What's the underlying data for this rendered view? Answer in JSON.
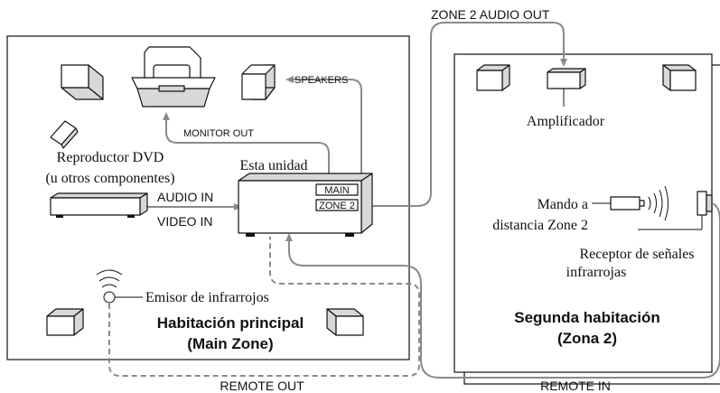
{
  "labels": {
    "zone2_audio_out": "ZONE 2 AUDIO OUT",
    "speakers": "SPEAKERS",
    "monitor_out": "MONITOR OUT",
    "dvd_line1": "Reproductor DVD",
    "dvd_line2": "(u otros componentes)",
    "this_unit": "Esta unidad",
    "audio_in": "AUDIO IN",
    "video_in": "VIDEO IN",
    "main": "MAIN",
    "zone2": "ZONE 2",
    "ir_emitter": "Emisor de infrarrojos",
    "main_room_line1": "Habitación principal",
    "main_room_line2": "(Main Zone)",
    "remote_out": "REMOTE OUT",
    "amplifier": "Amplificador",
    "remote_line1": "Mando a",
    "remote_line2": "distancia Zone 2",
    "ir_receiver_line1": "Receptor de señales",
    "ir_receiver_line2": "infrarrojas",
    "second_room_line1": "Segunda habitación",
    "second_room_line2": "(Zona 2)",
    "remote_in": "REMOTE IN"
  }
}
